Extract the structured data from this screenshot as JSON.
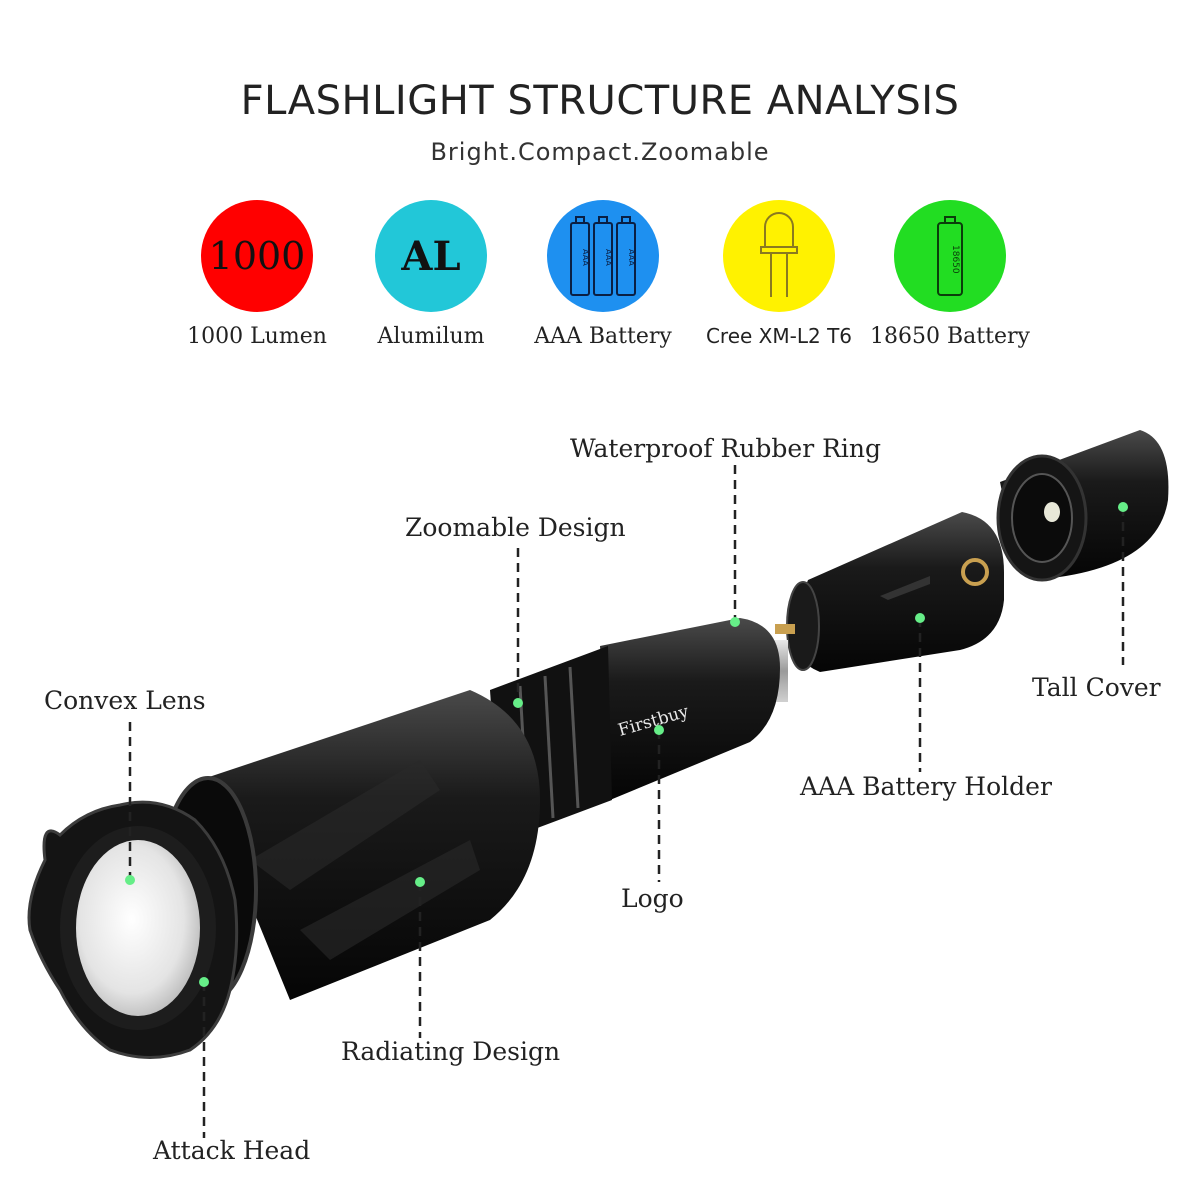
{
  "header": {
    "title": "FLASHLIGHT STRUCTURE ANALYSIS",
    "subtitle": "Bright.Compact.Zoomable"
  },
  "features": [
    {
      "label": "1000 Lumen",
      "badge_text": "1000",
      "color": "#FF0000",
      "icon": "lumen-number-icon"
    },
    {
      "label": "Alumilum",
      "badge_text": "AL",
      "color": "#22C7D8",
      "icon": "aluminum-text-icon"
    },
    {
      "label": "AAA Battery",
      "color": "#1E90F0",
      "icon": "aaa-battery-icon",
      "icon_text": "AAA"
    },
    {
      "label": "Cree XM-L2 T6",
      "color": "#FFF200",
      "icon": "led-bulb-icon"
    },
    {
      "label": "18650 Battery",
      "color": "#22DD22",
      "icon": "18650-battery-icon",
      "icon_text": "18650"
    }
  ],
  "callouts": {
    "waterproof_ring": "Waterproof Rubber Ring",
    "zoomable_design": "Zoomable Design",
    "convex_lens": "Convex Lens",
    "tall_cover": "Tall Cover",
    "battery_holder": "AAA Battery Holder",
    "logo": "Logo",
    "radiating_design": "Radiating Design",
    "attack_head": "Attack Head"
  },
  "product": {
    "brand": "Firstbuy"
  },
  "colors": {
    "marker_dot": "#66EE88",
    "body": "#111111",
    "leader_line": "#222222"
  }
}
